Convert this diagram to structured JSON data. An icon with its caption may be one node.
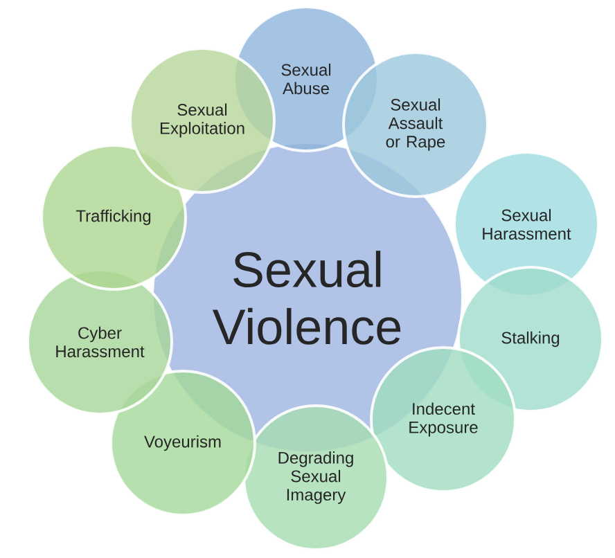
{
  "diagram": {
    "nodes": [
      {
        "text": [
          "Sexual Violence"
        ]
      },
      {
        "text": [
          "Sexual Abuse"
        ]
      },
      {
        "text": [
          "Sexual Assault or Rape"
        ]
      },
      {
        "text": [
          "Sexual Harassment"
        ]
      },
      {
        "text": [
          "Stalking"
        ]
      },
      {
        "text": [
          "Indecent Exposure"
        ]
      },
      {
        "text": [
          "Degrading Sexual Imagery"
        ]
      },
      {
        "text": [
          "Voyeurism"
        ]
      },
      {
        "text": [
          "Cyber Harassment"
        ]
      },
      {
        "text": [
          "Trafficking"
        ]
      },
      {
        "text": [
          "Sexual Exploitation"
        ]
      }
    ]
  }
}
